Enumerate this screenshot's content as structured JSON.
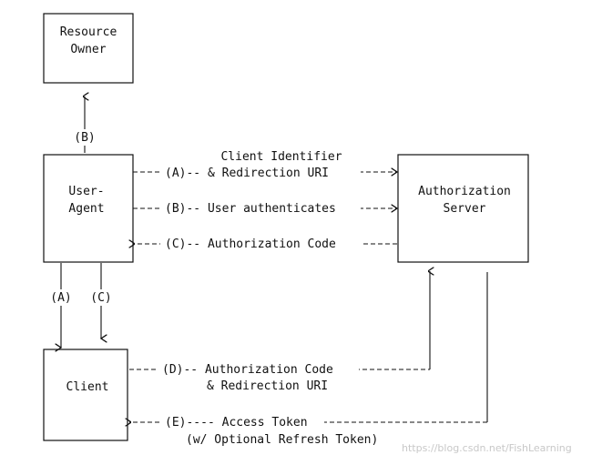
{
  "boxes": {
    "resource_owner": {
      "line1": "Resource",
      "line2": "Owner"
    },
    "user_agent": {
      "line1": "User-",
      "line2": "Agent"
    },
    "authorization_server": {
      "line1": "Authorization",
      "line2": "Server"
    },
    "client": {
      "line1": "Client"
    }
  },
  "flows": {
    "a_label_line1": "Client Identifier",
    "a_label_line2": "(A)-- & Redirection URI",
    "b_label": "(B)-- User authenticates",
    "c_label": "(C)-- Authorization Code",
    "d_label_line1": "(D)-- Authorization Code",
    "d_label_line2": "& Redirection URI",
    "e_label_line1": "(E)---- Access Token",
    "e_label_line2": "(w/ Optional Refresh Token)",
    "b_vertical_label": "(B)",
    "a_vertical_label": "(A)",
    "c_vertical_label": "(C)"
  },
  "watermark": "https://blog.csdn.net/FishLearning"
}
